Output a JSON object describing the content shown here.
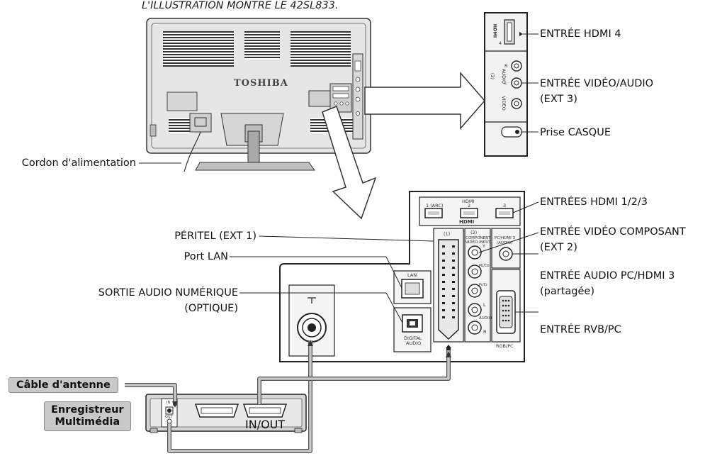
{
  "caption": "L'ILLUSTRATION MONTRE LE 42SL833.",
  "brand": "TOSHIBA",
  "labels": {
    "hdmi4": "ENTRÉE HDMI 4",
    "video_audio_line1": "ENTRÉE VIDÉO/AUDIO",
    "video_audio_line2": "(EXT 3)",
    "headphone": "Prise CASQUE",
    "power_cord": "Cordon d'alimentation",
    "hdmi123": "ENTRÉES HDMI 1/2/3",
    "component_line1": "ENTRÉE VIDÉO COMPOSANT",
    "component_line2": "(EXT 2)",
    "pc_audio_line1": "ENTRÉE AUDIO PC/HDMI 3",
    "pc_audio_line2": "(partagée)",
    "rgb_pc": "ENTRÉE RVB/PC",
    "scart": "PÉRITEL (EXT 1)",
    "lan_port": "Port LAN",
    "digital_audio_line1": "SORTIE AUDIO NUMÉRIQUE",
    "digital_audio_line2": "(OPTIQUE)",
    "antenna_cable": "Câble d'antenne",
    "recorder_line1": "Enregistreur",
    "recorder_line2": "Multimédia",
    "in_out": "IN/OUT"
  },
  "panel_text": {
    "hdmi_header": "HDMI",
    "hdmi_1": "1 (ARC)",
    "hdmi_2": "2",
    "hdmi_3": "3",
    "hdmi_logo": "HDMI",
    "scart_num": "(1)",
    "component_num": "(2)",
    "component_title1": "COMPONENT",
    "component_title2": "VIDEO INPUT",
    "y": "Y",
    "pb": "Pb/Cb",
    "pr": "Pr/Cr",
    "l": "L",
    "audio": "AUDIO",
    "r": "R",
    "pc_hdmi_1": "PC/HDMI 3",
    "pc_hdmi_2": "(AUDIO)",
    "lan": "LAN",
    "digital_1": "DIGITAL",
    "digital_2": "AUDIO",
    "rgb_pc": "RGB/PC",
    "side_hdmi": "HDMI",
    "side_4": "4",
    "side_3": "(3)",
    "side_r": "R",
    "side_audio": "AUDIO",
    "side_l": "L",
    "side_video": "VIDEO",
    "rec_in": "IN",
    "rec_out": "OUT"
  }
}
